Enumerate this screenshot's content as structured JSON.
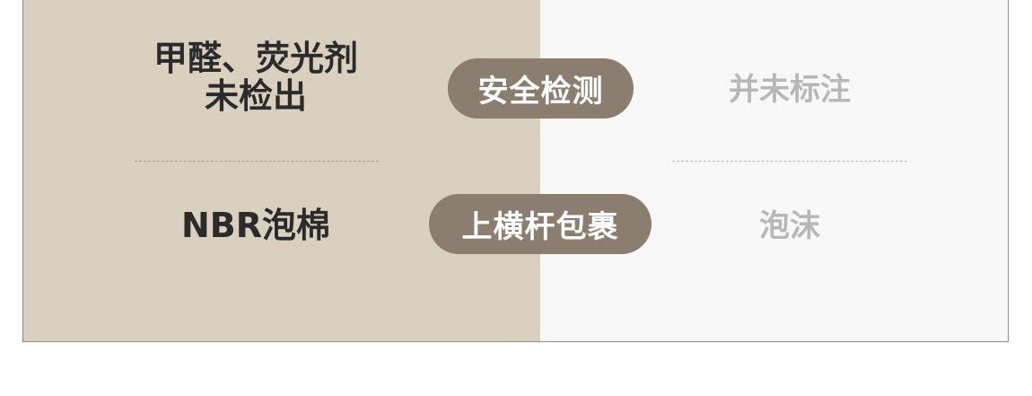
{
  "rows": [
    {
      "left": "甲醛、荧光剂\n未检出",
      "label": "安全检测",
      "right": "并未标注"
    },
    {
      "left": "NBR泡棉",
      "label": "上横杆包裹",
      "right": "泡沫"
    }
  ],
  "colors": {
    "left_background": "#d9d0c0",
    "right_background": "#f8f8f8",
    "pill_background": "#8b7e70",
    "left_text": "#2b2b2b",
    "right_text": "#b7b7b7"
  }
}
